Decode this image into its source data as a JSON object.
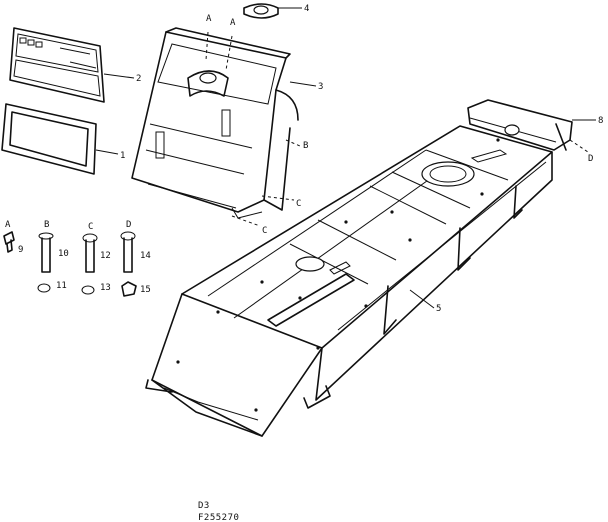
{
  "callouts": {
    "c1": "1",
    "c2": "2",
    "c3": "3",
    "c4": "4",
    "c5": "5",
    "c8": "8",
    "c9": "9",
    "c10": "10",
    "c11": "11",
    "c12": "12",
    "c13": "13",
    "c14": "14",
    "c15": "15"
  },
  "letters": {
    "a_top_1": "A",
    "a_top_2": "A",
    "b_dash": "B",
    "c_dash_1": "C",
    "c_dash_2": "C",
    "d_dash": "D",
    "a_hw": "A",
    "b_hw": "B",
    "c_hw": "C",
    "d_hw": "D"
  },
  "footer": {
    "section": "D3",
    "figure_code": "F255270"
  }
}
